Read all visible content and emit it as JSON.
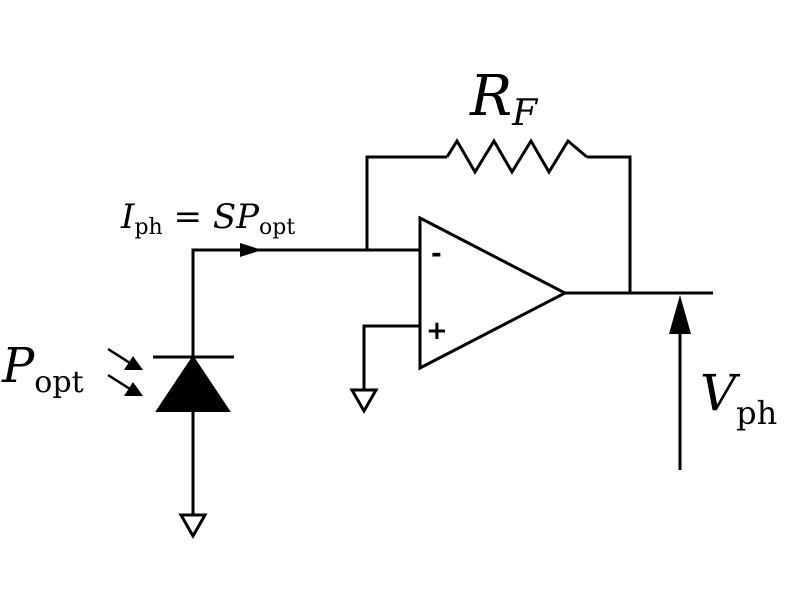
{
  "labels": {
    "feedback_resistor": {
      "main": "R",
      "sub": "F"
    },
    "photocurrent": {
      "i": "I",
      "i_sub": "ph",
      "eq": " = ",
      "s": "S",
      "p": "P",
      "p_sub": "opt"
    },
    "optical_power": {
      "main": "P",
      "sub": "opt"
    },
    "output_voltage": {
      "main": "V",
      "sub": "ph"
    },
    "opamp_inverting": "-",
    "opamp_noninverting": "+"
  }
}
